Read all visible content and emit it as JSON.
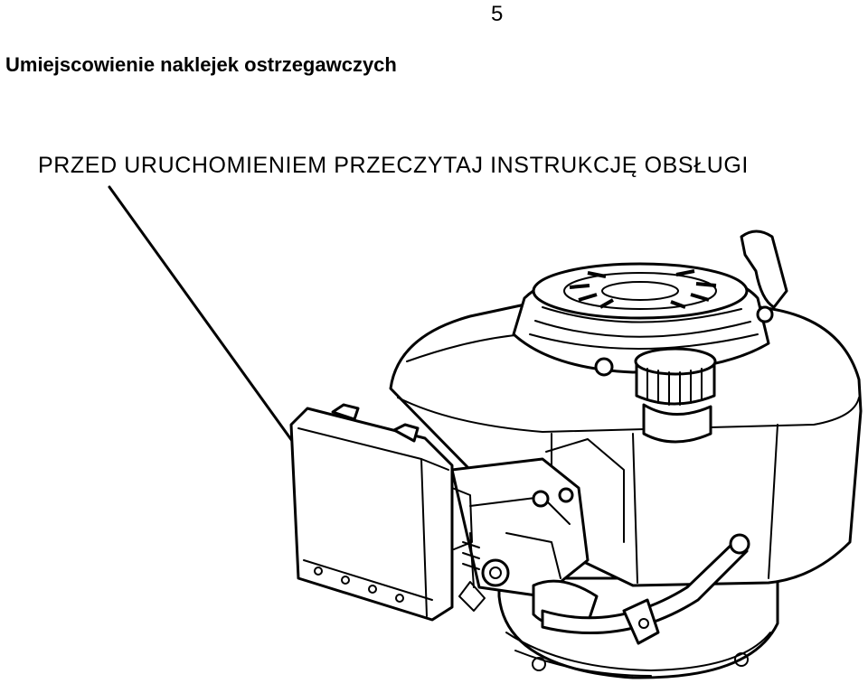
{
  "page": {
    "number": "5",
    "title": "Umiejscowienie naklejek ostrzegawczych"
  },
  "label": {
    "text": "PRZED URUCHOMIENIEM PRZECZYTAJ INSTRUKCJĘ OBSŁUGI"
  }
}
